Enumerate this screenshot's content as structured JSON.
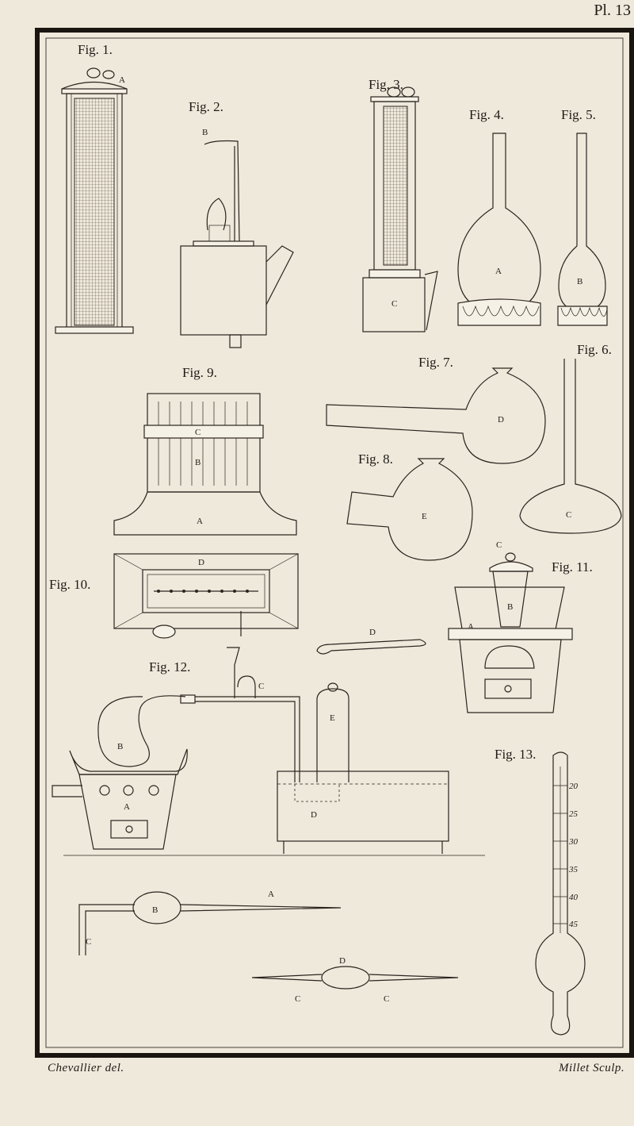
{
  "plate_number": "Pl. 13",
  "credits": {
    "left": "Chevallier del.",
    "right": "Millet Sculp."
  },
  "figure_titles": [
    "Fig. 1.",
    "Fig. 2.",
    "Fig. 3.",
    "Fig. 4.",
    "Fig. 5.",
    "Fig. 6.",
    "Fig. 7.",
    "Fig. 8.",
    "Fig. 9.",
    "Fig. 10.",
    "Fig. 11.",
    "Fig. 12.",
    "Fig. 13."
  ],
  "part_letters": {
    "fig1": [
      "A"
    ],
    "fig2": [
      "B"
    ],
    "fig3": [
      "C"
    ],
    "fig4": [
      "A"
    ],
    "fig5": [
      "B"
    ],
    "fig6": [
      "C"
    ],
    "fig7": [
      "D"
    ],
    "fig8": [
      "E"
    ],
    "fig9": [
      "C",
      "B",
      "A"
    ],
    "fig10": [
      "D"
    ],
    "fig11": [
      "C",
      "B",
      "A",
      "D"
    ],
    "fig12": [
      "C",
      "B",
      "A",
      "E",
      "D"
    ],
    "tubes": [
      "A",
      "B",
      "C",
      "D",
      "C",
      "C"
    ]
  },
  "thermometer_scale": [
    "20",
    "25",
    "30",
    "35",
    "40",
    "45"
  ],
  "colors": {
    "paper": "#efe9dc",
    "ink": "#2a241e",
    "border": "#1a1510"
  }
}
